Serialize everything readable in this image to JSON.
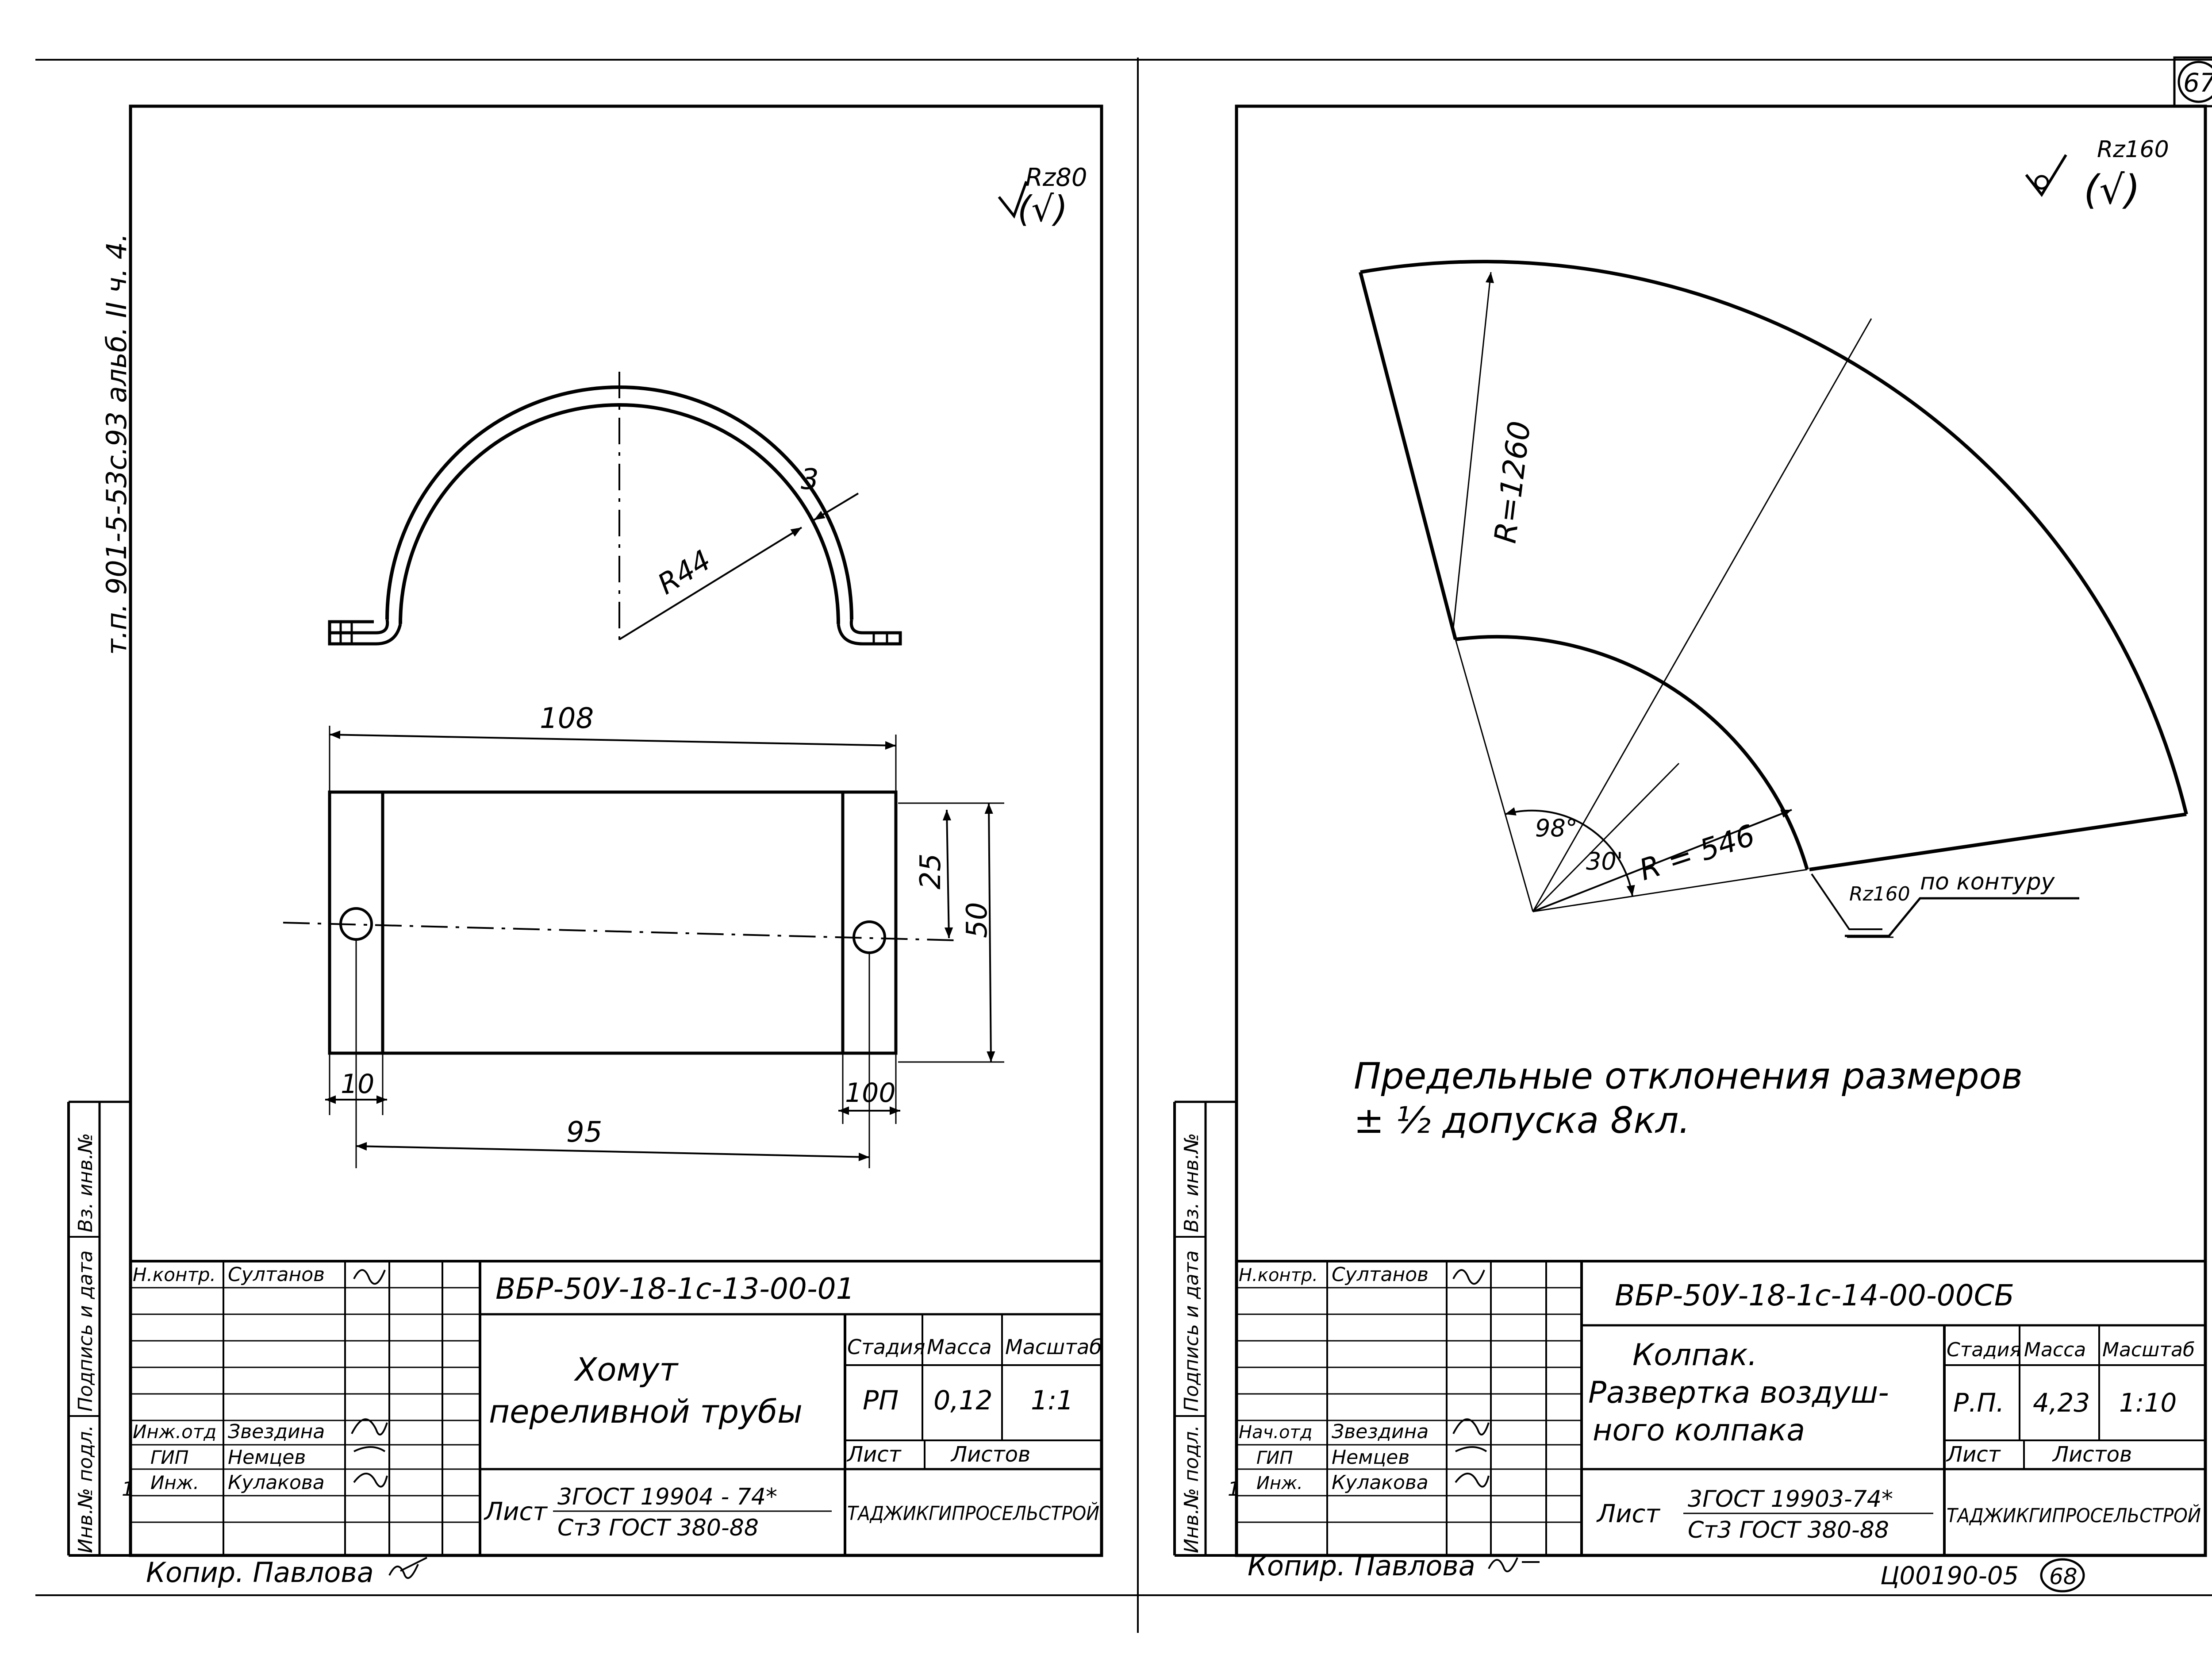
{
  "sheet_number": "67",
  "side_code": "т.п.  901-5-53с.93   альб. II   ч. 4.",
  "copier": "Копир. Павлова",
  "doc_code": "Ц00190-05",
  "next_sheet": "68",
  "side_labels": [
    "Инв.№ подл.",
    "Подпись и дата",
    "Вз. инв.№"
  ],
  "left_sheet": {
    "roughness": "Rz80",
    "roughness_paren": "(√)",
    "dims": {
      "radius": "R44",
      "thickness": "3",
      "length": "108",
      "height": "50",
      "hole_offset": "25",
      "edge_left": "10",
      "edge_right": "100",
      "hole_spacing": "95"
    },
    "title_block": {
      "designation": "ВБР-50У-18-1с-13-00-01",
      "name_line1": "Хомут",
      "name_line2": "переливной  трубы",
      "col_stage": "Стадия",
      "col_mass": "Масса",
      "col_scale": "Масштаб",
      "stage": "РП",
      "mass": "0,12",
      "scale": "1:1",
      "sheet": "Лист",
      "sheets": "Листов",
      "material_prefix": "Лист",
      "material_line1": "3ГОСТ 19904 - 74*",
      "material_line2": "Ст3 ГОСТ 380-88",
      "org": "ТАДЖИКГИПРОСЕЛЬСТРОЙ",
      "rows": [
        {
          "role": "Н.контр.",
          "name": "Султанов"
        },
        {
          "role": "Инж.отд",
          "name": "Звездина"
        },
        {
          "role": "ГИП",
          "name": "Немцев"
        },
        {
          "role": "Инж.",
          "name": "Кулакова"
        }
      ],
      "rev": "1"
    }
  },
  "right_sheet": {
    "roughness": "Rz160",
    "roughness_paren": "(√)",
    "dims": {
      "outer_radius": "R=1260",
      "inner_radius": "R = 546",
      "angle_major": "98°",
      "angle_minor": "30'",
      "edge_roughness": "Rz160",
      "edge_note": "по контуру"
    },
    "note_line1": "Предельные  отклонения  размеров",
    "note_line2": "± ½ допуска  8кл.",
    "title_block": {
      "designation": "ВБР-50У-18-1с-14-00-00СБ",
      "name_line1": "Колпак.",
      "name_line2": "Развертка  воздуш-",
      "name_line3": "ного  колпака",
      "col_stage": "Стадия",
      "col_mass": "Масса",
      "col_scale": "Масштаб",
      "stage": "Р.П.",
      "mass": "4,23",
      "scale": "1:10",
      "sheet": "Лист",
      "sheets": "Листов",
      "material_prefix": "Лист",
      "material_line1": "3ГОСТ 19903-74*",
      "material_line2": "Ст3 ГОСТ 380-88",
      "org": "ТАДЖИКГИПРОСЕЛЬСТРОЙ",
      "rows": [
        {
          "role": "Н.контр.",
          "name": "Султанов"
        },
        {
          "role": "Нач.отд",
          "name": "Звездина"
        },
        {
          "role": "ГИП",
          "name": "Немцев"
        },
        {
          "role": "Инж.",
          "name": "Кулакова"
        }
      ],
      "rev": "1"
    }
  }
}
